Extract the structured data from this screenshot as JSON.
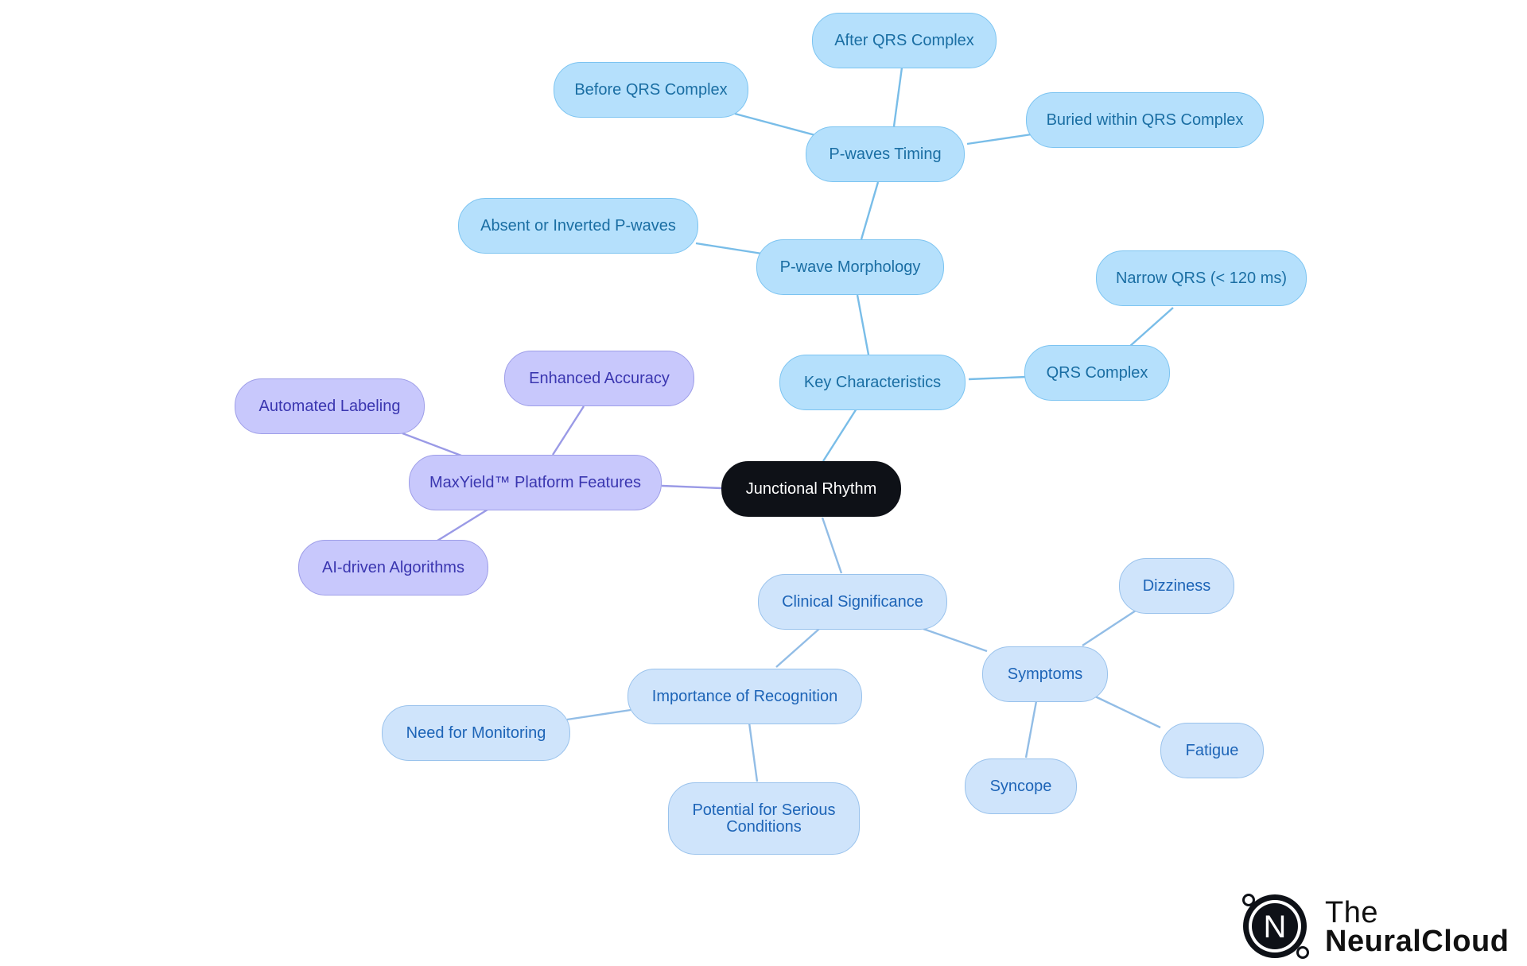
{
  "mindmap": {
    "root": {
      "label": "Junctional Rhythm"
    },
    "key_characteristics": {
      "label": "Key Characteristics",
      "p_wave_morphology": {
        "label": "P-wave Morphology",
        "absent_inverted": "Absent or Inverted P-waves",
        "p_waves_timing": {
          "label": "P-waves Timing",
          "before_qrs": "Before QRS Complex",
          "after_qrs": "After QRS Complex",
          "buried_qrs": "Buried within QRS Complex"
        }
      },
      "qrs_complex": {
        "label": "QRS Complex",
        "narrow_qrs": "Narrow QRS (< 120 ms)"
      }
    },
    "platform_features": {
      "label": "MaxYield™ Platform Features",
      "enhanced_accuracy": "Enhanced Accuracy",
      "automated_labeling": "Automated Labeling",
      "ai_algorithms": "AI-driven Algorithms"
    },
    "clinical_significance": {
      "label": "Clinical Significance",
      "importance_recognition": {
        "label": "Importance of Recognition",
        "need_monitoring": "Need for Monitoring",
        "potential_serious": "Potential for Serious Conditions"
      },
      "symptoms": {
        "label": "Symptoms",
        "dizziness": "Dizziness",
        "fatigue": "Fatigue",
        "syncope": "Syncope"
      }
    }
  },
  "logo": {
    "line1": "The",
    "line2": "NeuralCloud",
    "mark_letter": "N"
  },
  "colors": {
    "root": "#0e1117",
    "key_branch": "#b5e0fc",
    "platform_branch": "#c8c8fc",
    "clinical_branch": "#cfe4fb",
    "key_edge": "#79bde8",
    "platform_edge": "#9a9ae6",
    "clinical_edge": "#92bde6"
  }
}
